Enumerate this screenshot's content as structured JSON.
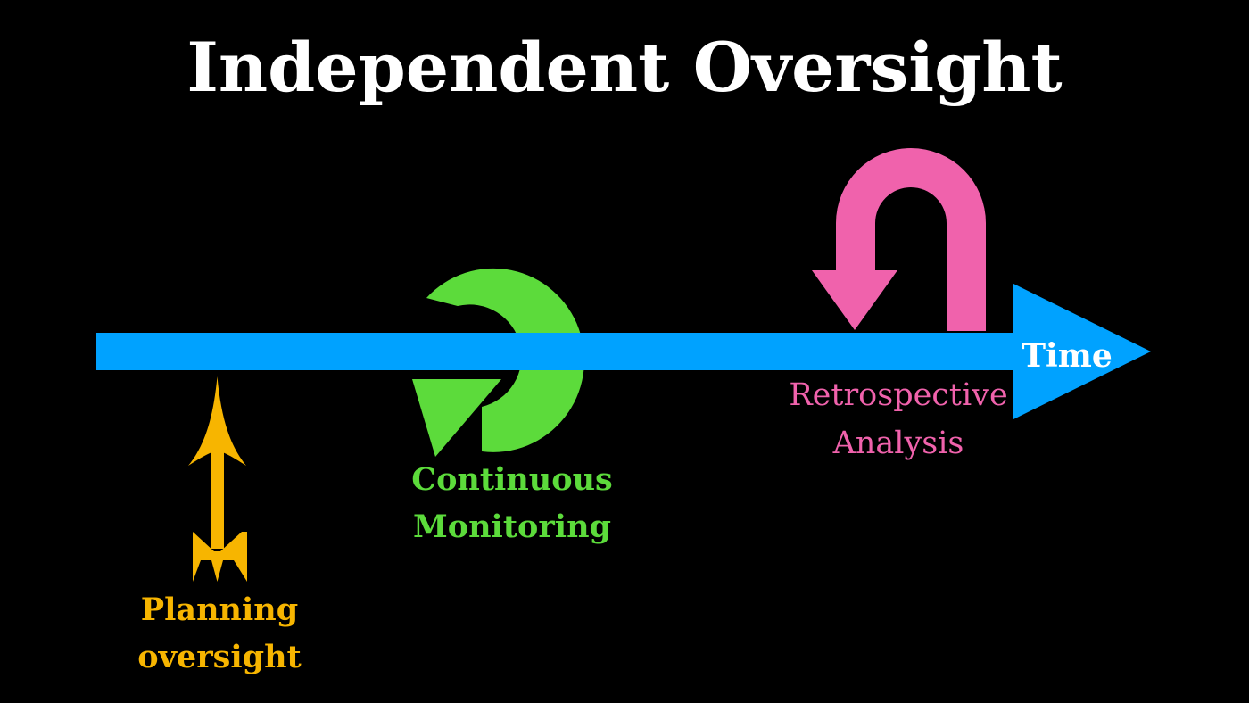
{
  "title": "Independent Oversight",
  "timeline": {
    "label": "Time",
    "color": "#00a2ff"
  },
  "stages": [
    {
      "id": "planning",
      "line1": "Planning",
      "line2": "oversight",
      "color": "#f7b500",
      "icon": "feathered-arrow-icon"
    },
    {
      "id": "continuous",
      "line1": "Continuous",
      "line2": "Monitoring",
      "color": "#5cdb3b",
      "icon": "circular-arrow-icon"
    },
    {
      "id": "retrospective",
      "line1": "Retrospective",
      "line2": "Analysis",
      "color": "#f062ac",
      "icon": "u-turn-arrow-icon"
    }
  ]
}
